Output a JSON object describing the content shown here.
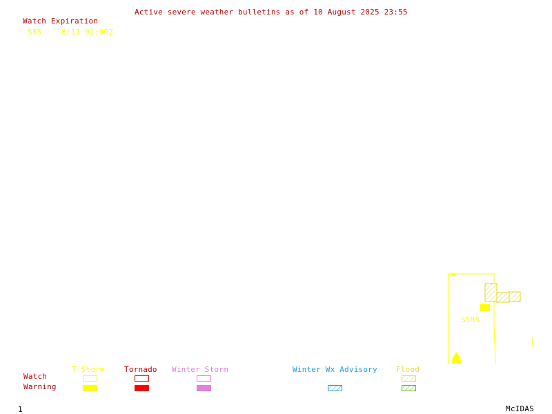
{
  "header": {
    "title": "Active severe weather bulletins as of 10 August 2025 23:55",
    "watch_expiration_label": "Watch Expiration",
    "watch_list": [
      {
        "id": "585",
        "expires": "8/11 02:00Z"
      }
    ]
  },
  "map": {
    "watch_label": "S585",
    "colors": {
      "tstorm": "#ffff00",
      "tornado": "#ff0000",
      "winter_storm": "#e080e0",
      "winter_wx_advisory": "#1a9fdc",
      "flood": "#c0d840",
      "title_red": "#c00000"
    }
  },
  "legend": {
    "row_labels": {
      "watch": "Watch",
      "warning": "Warning"
    },
    "columns": [
      {
        "key": "tstorm",
        "label": "T-Storm"
      },
      {
        "key": "tornado",
        "label": "Tornado"
      },
      {
        "key": "winter_storm",
        "label": "Winter Storm"
      },
      {
        "key": "winter_wx_advisory",
        "label": "Winter Wx Advisory"
      },
      {
        "key": "flood",
        "label": "Flood"
      }
    ]
  },
  "footer": {
    "frame_number": "1",
    "brand": "McIDAS"
  }
}
